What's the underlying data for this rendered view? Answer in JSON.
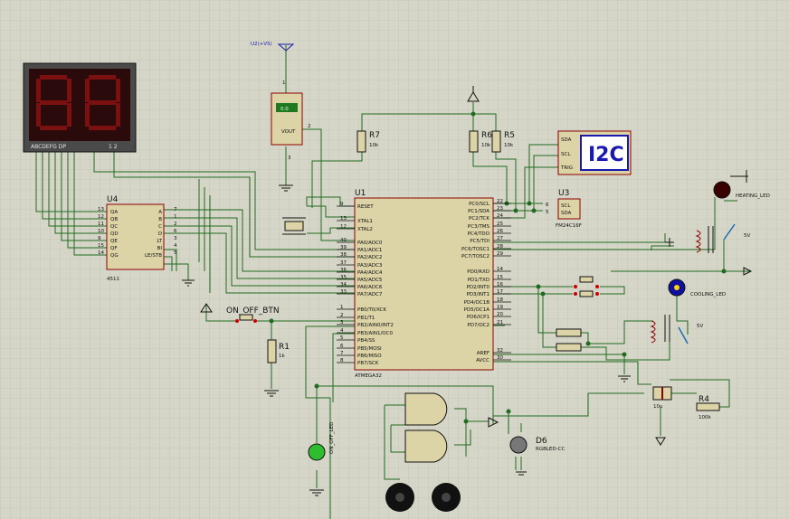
{
  "components": {
    "display": {
      "segments_label": "ABCDEFG  DP",
      "digits_label": "1   2"
    },
    "u4": {
      "ref": "U4",
      "part": "4511",
      "pins_left": [
        "13",
        "12",
        "11",
        "10",
        "9",
        "15",
        "14"
      ],
      "names_left": [
        "QA",
        "QB",
        "QC",
        "QD",
        "QE",
        "QF",
        "QG"
      ],
      "pins_right": [
        "7",
        "1",
        "2",
        "6",
        "3",
        "4",
        "5"
      ],
      "names_right": [
        "A",
        "B",
        "C",
        "D",
        "LT",
        "BI",
        "LE/STB"
      ]
    },
    "u2": {
      "label": "U2(+VS)",
      "value": "0.0",
      "vout": "VOUT",
      "pin1": "1",
      "pin2": "2",
      "pin3": "3"
    },
    "u1": {
      "ref": "U1",
      "part": "ATMEGA32",
      "left_pins": [
        "9",
        "13",
        "12",
        "40",
        "39",
        "38",
        "37",
        "36",
        "35",
        "34",
        "33",
        "1",
        "2",
        "3",
        "4",
        "5",
        "6",
        "7",
        "8"
      ],
      "left_names": [
        "RESET",
        "XTAL1",
        "XTAL2",
        "PA0/ADC0",
        "PA1/ADC1",
        "PA2/ADC2",
        "PA3/ADC3",
        "PA4/ADC4",
        "PA5/ADC5",
        "PA6/ADC6",
        "PA7/ADC7",
        "PB0/T0/XCK",
        "PB1/T1",
        "PB2/AIN0/INT2",
        "PB3/AIN1/OC0",
        "PB4/SS",
        "PB5/MOSI",
        "PB6/MISO",
        "PB7/SCK"
      ],
      "right_pins": [
        "22",
        "23",
        "24",
        "25",
        "26",
        "27",
        "28",
        "29",
        "14",
        "15",
        "16",
        "17",
        "18",
        "19",
        "20",
        "21",
        "32",
        "30"
      ],
      "right_names": [
        "PC0/SCL",
        "PC1/SDA",
        "PC2/TCK",
        "PC3/TMS",
        "PC4/TDO",
        "PC5/TDI",
        "PC6/TOSC1",
        "PC7/TOSC2",
        "PD0/RXD",
        "PD1/TXD",
        "PD2/INT0",
        "PD3/INT1",
        "PD4/OC1B",
        "PD5/OC1A",
        "PD6/ICP1",
        "PD7/OC2",
        "AREF",
        "AVCC"
      ]
    },
    "u3": {
      "ref": "U3",
      "part": "FM24C16F",
      "pins": [
        "6",
        "5"
      ],
      "names": [
        "SCL",
        "SDA"
      ]
    },
    "i2c": {
      "title": "I2C",
      "pins": [
        "SDA",
        "SCL",
        "TRIG"
      ]
    },
    "r7": {
      "ref": "R7",
      "value": "10k"
    },
    "r6": {
      "ref": "R6",
      "value": "10k"
    },
    "r5": {
      "ref": "R5",
      "value": "10k"
    },
    "r1": {
      "ref": "R1",
      "value": "1k"
    },
    "r4": {
      "ref": "R4",
      "value": "100k"
    },
    "cap": {
      "value": "10u"
    },
    "button": {
      "label": "ON_OFF_BTN"
    },
    "led_on_off": {
      "label": "ON_OFF_LED"
    },
    "heating_led": {
      "label": "HEATING_LED"
    },
    "cooling_led": {
      "label": "COOLING_LED"
    },
    "relay1": {
      "voltage": "5V"
    },
    "relay2": {
      "voltage": "5V"
    },
    "d6": {
      "ref": "D6",
      "part": "RGBLED-CC"
    }
  }
}
